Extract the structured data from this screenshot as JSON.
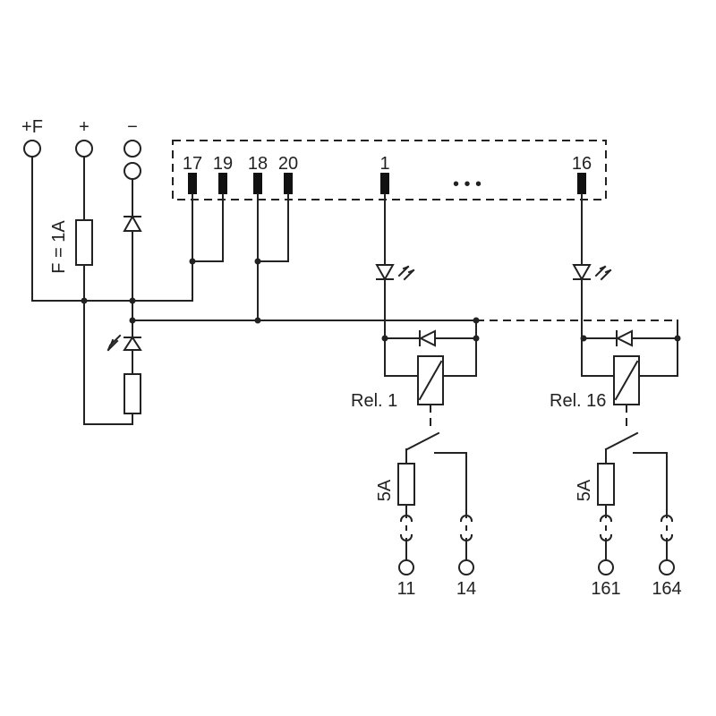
{
  "supply_labels": {
    "plus_f": "+F",
    "plus": "+",
    "minus": "−"
  },
  "fuse_main_label": "F = 1A",
  "connector_pins": [
    "17",
    "19",
    "18",
    "20",
    "1",
    "16"
  ],
  "connector_ellipsis": "• • •",
  "relays": [
    {
      "label": "Rel. 1",
      "fuse_label": "5A",
      "contact_terminals": [
        "11",
        "14"
      ]
    },
    {
      "label": "Rel. 16",
      "fuse_label": "5A",
      "contact_terminals": [
        "161",
        "164"
      ]
    }
  ]
}
